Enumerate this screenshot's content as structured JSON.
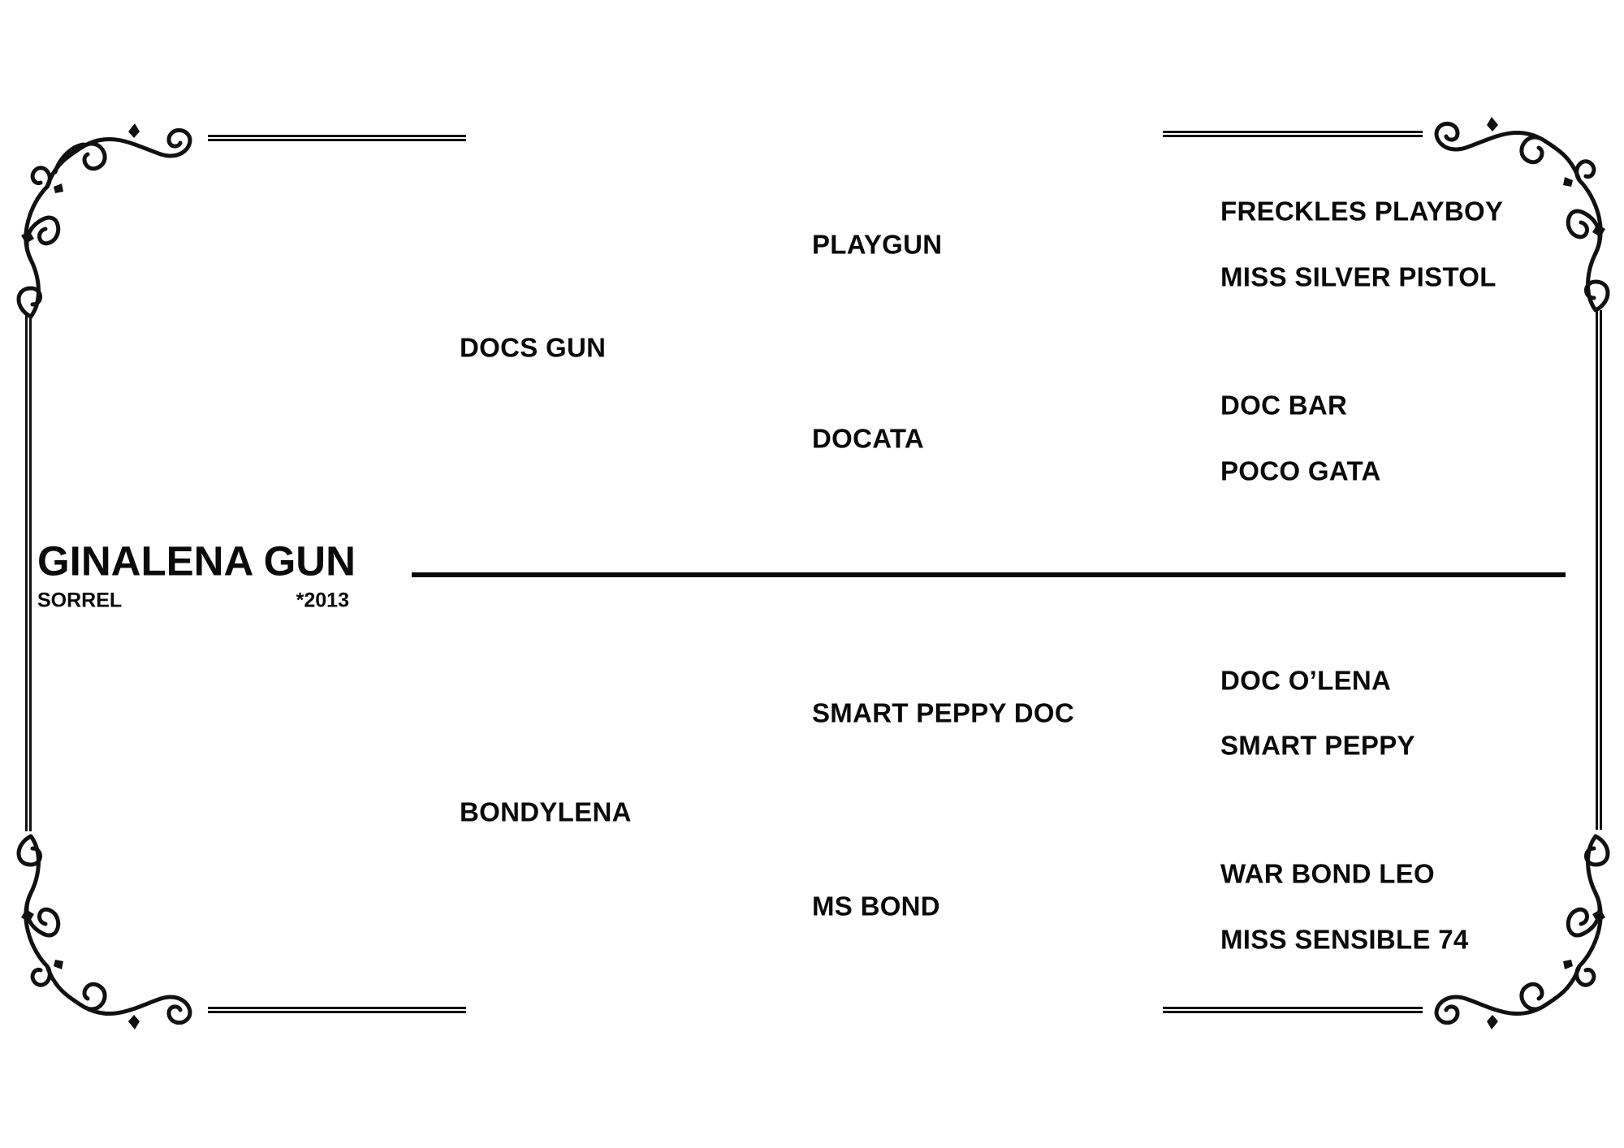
{
  "subject": {
    "name": "GINALENA GUN",
    "color": "SORREL",
    "year": "*2013"
  },
  "pedigree": {
    "sire": "DOCS GUN",
    "dam": "BONDYLENA",
    "sire_sire": "PLAYGUN",
    "sire_dam": "DOCATA",
    "dam_sire": "SMART PEPPY DOC",
    "dam_dam": "MS BOND",
    "sire_sire_sire": "FRECKLES PLAYBOY",
    "sire_sire_dam": "MISS SILVER PISTOL",
    "sire_dam_sire": "DOC BAR",
    "sire_dam_dam": "POCO GATA",
    "dam_sire_sire": "DOC O’LENA",
    "dam_sire_dam": "SMART PEPPY",
    "dam_dam_sire": "WAR BOND LEO",
    "dam_dam_dam": "MISS SENSIBLE 74"
  }
}
